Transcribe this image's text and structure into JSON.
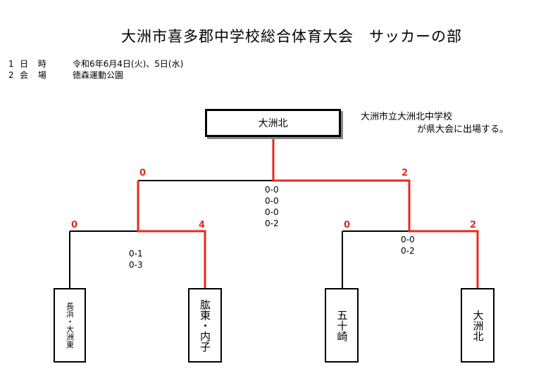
{
  "title": "大洲市喜多郡中学校総合体育大会　サッカーの部",
  "info": [
    {
      "num": "1",
      "label": "日 時",
      "value": "令和6年6月4日(火)、5日(水)"
    },
    {
      "num": "2",
      "label": "会 場",
      "value": "徳森運動公園"
    }
  ],
  "champion": {
    "name": "大洲北"
  },
  "note": {
    "line1": "大洲市立大洲北中学校",
    "line2": "が県大会に出場する。"
  },
  "final": {
    "left_score": "0",
    "right_score": "2",
    "periods": [
      "0-0",
      "0-0",
      "0-0",
      "0-2"
    ]
  },
  "semi_left": {
    "left_score": "0",
    "right_score": "4",
    "periods": [
      "0-1",
      "0-3"
    ]
  },
  "semi_right": {
    "left_score": "0",
    "right_score": "2",
    "periods": [
      "0-0",
      "0-2"
    ]
  },
  "teams": [
    "長浜・大洲東",
    "肱東・内子",
    "五十崎",
    "大洲北"
  ],
  "colors": {
    "winner_line": "#e8281e",
    "line": "#000000"
  }
}
